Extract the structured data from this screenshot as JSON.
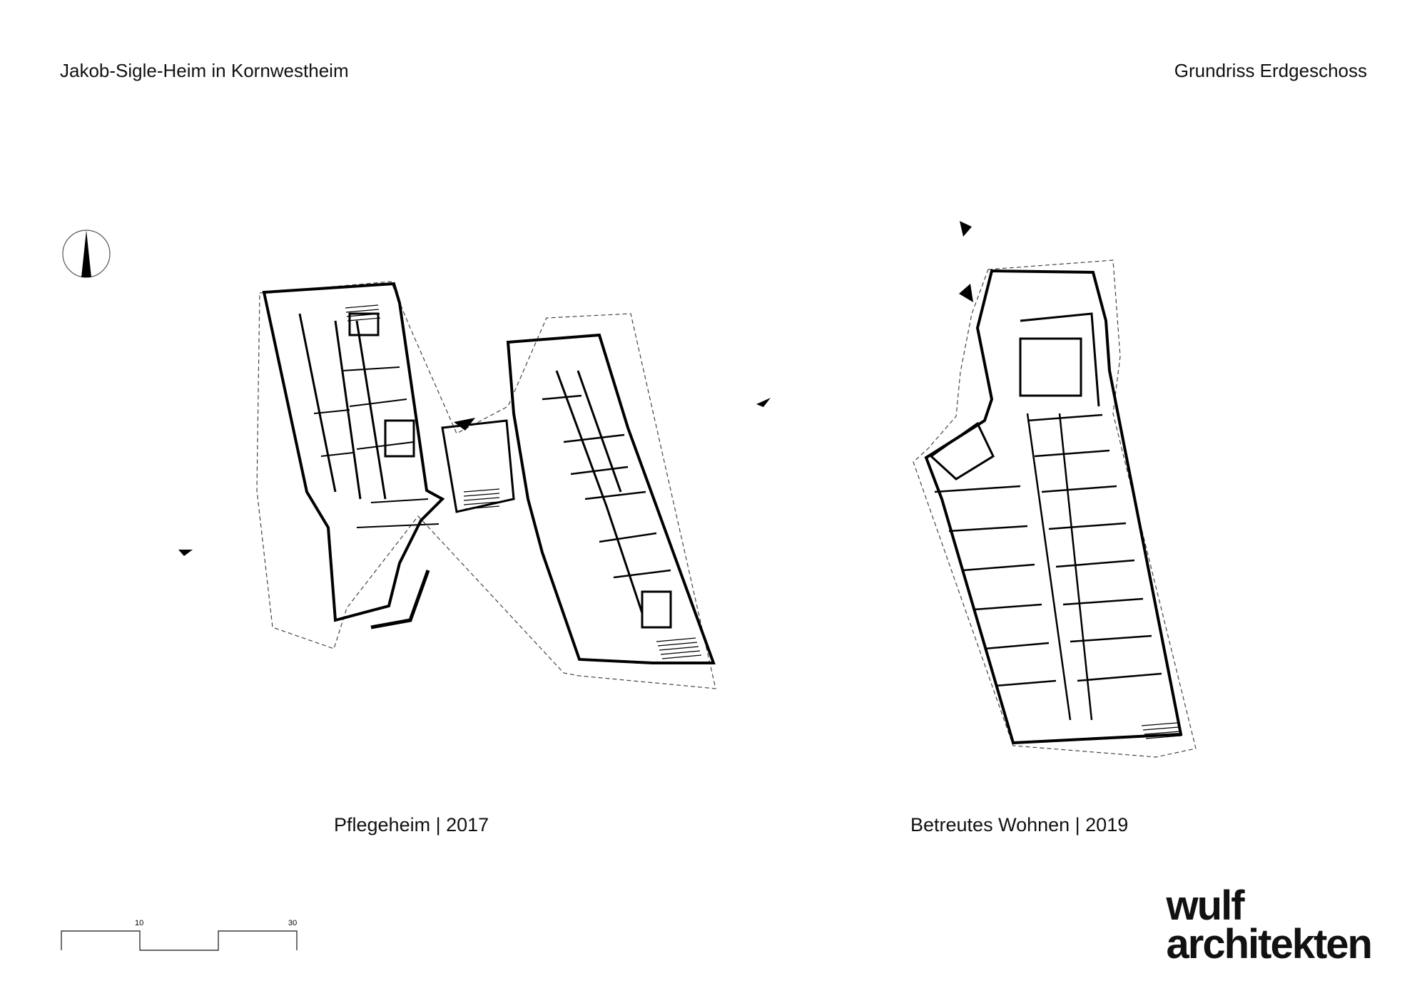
{
  "header": {
    "project": "Jakob-Sigle-Heim in Kornwestheim",
    "sheet": "Grundriss Erdgeschoss"
  },
  "plans": [
    {
      "caption": "Pflegeheim | 2017"
    },
    {
      "caption": "Betreutes Wohnen | 2019"
    }
  ],
  "scale_bar": {
    "label_1": "10",
    "label_2": "30"
  },
  "logo": {
    "line1": "wulf",
    "line2": "architekten"
  }
}
